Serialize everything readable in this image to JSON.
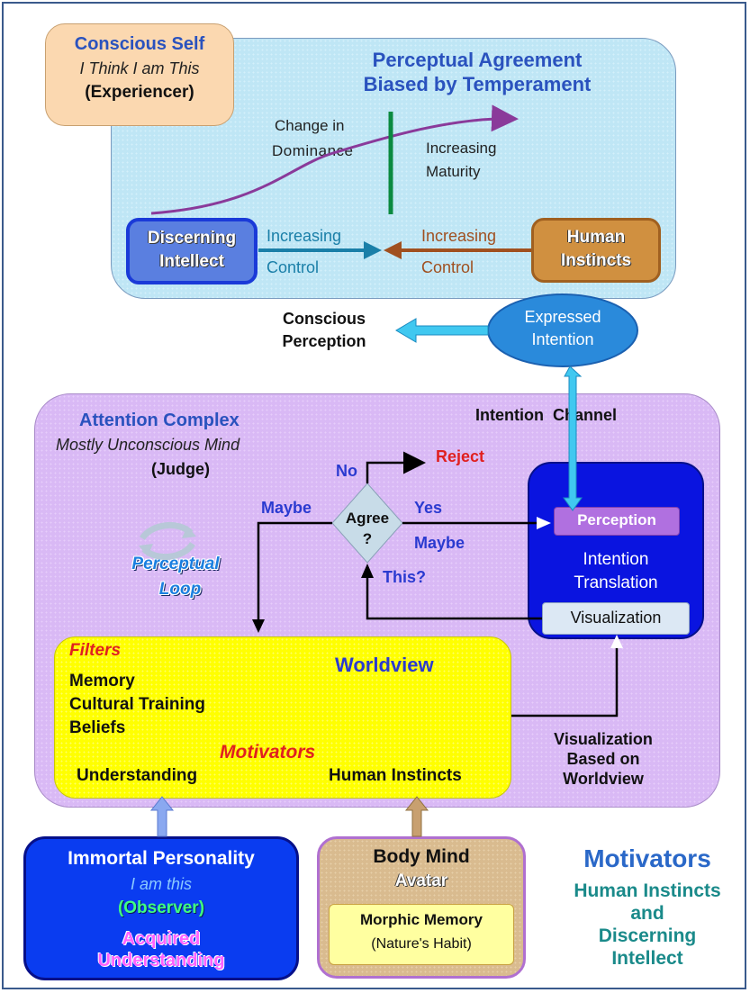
{
  "conscious_self": {
    "title": "Conscious Self",
    "subtitle": "I Think I am This",
    "role": "(Experiencer)"
  },
  "perceptual_agreement": {
    "title_line1": "Perceptual Agreement",
    "title_line2": "Biased by Temperament",
    "change_line1": "Change in",
    "change_line2": "Dominance",
    "maturity_line1": "Increasing",
    "maturity_line2": "Maturity",
    "intellect_line1": "Discerning",
    "intellect_line2": "Intellect",
    "instincts_line1": "Human",
    "instincts_line2": "Instincts",
    "left_control_line1": "Increasing",
    "left_control_line2": "Control",
    "right_control_line1": "Increasing",
    "right_control_line2": "Control"
  },
  "conscious_perception": {
    "line1": "Conscious",
    "line2": "Perception"
  },
  "expressed_intention": {
    "line1": "Expressed",
    "line2": "Intention"
  },
  "intention_channel": "Intention  Channel",
  "attention_complex": {
    "title": "Attention Complex",
    "subtitle": "Mostly Unconscious Mind",
    "role": "(Judge)",
    "no": "No",
    "reject": "Reject",
    "maybe_left": "Maybe",
    "agree_line1": "Agree",
    "agree_line2": "?",
    "yes": "Yes",
    "maybe_right": "Maybe",
    "this": "This?",
    "loop_line1": "Perceptual",
    "loop_line2": "Loop"
  },
  "intention_translation": {
    "perception": "Perception",
    "line1": "Intention",
    "line2": "Translation",
    "visualization": "Visualization"
  },
  "worldview": {
    "filters": "Filters",
    "title": "Worldview",
    "memory": "Memory",
    "cultural": "Cultural Training",
    "beliefs": "Beliefs",
    "motivators": "Motivators",
    "understanding": "Understanding",
    "instincts": "Human Instincts"
  },
  "visualization_based": {
    "line1": "Visualization",
    "line2": "Based on",
    "line3": "Worldview"
  },
  "immortal": {
    "title": "Immortal Personality",
    "subtitle": "I am this",
    "role": "(Observer)",
    "acquired_line1": "Acquired",
    "acquired_line2": "Understanding"
  },
  "body_mind": {
    "title": "Body Mind",
    "avatar": "Avatar",
    "memory": "Morphic Memory",
    "habit": "(Nature's Habit)"
  },
  "motivators_legend": {
    "title": "Motivators",
    "line1": "Human Instincts",
    "line2": "and",
    "line3": "Discerning",
    "line4": "Intellect"
  },
  "colors": {
    "title_blue": "#2a52be",
    "reject_red": "#e02020",
    "teal": "#1a8a8a",
    "orange_brown": "#a05020",
    "green_line": "#0a8a40",
    "purple_arrow": "#8a3a9a"
  }
}
